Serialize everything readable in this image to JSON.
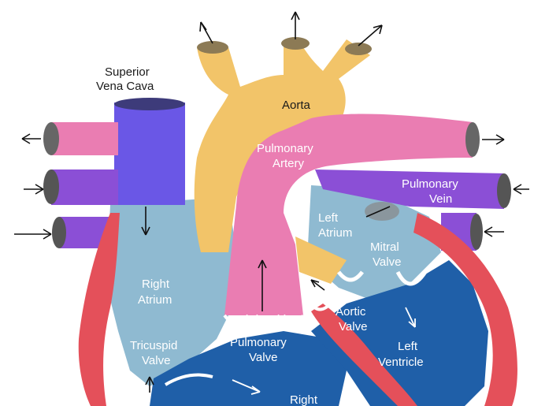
{
  "labels": {
    "superior_vena_cava_1": "Superior",
    "superior_vena_cava_2": "Vena Cava",
    "aorta": "Aorta",
    "pulmonary_artery_1": "Pulmonary",
    "pulmonary_artery_2": "Artery",
    "pulmonary_vein_1": "Pulmonary",
    "pulmonary_vein_2": "Vein",
    "left_atrium_1": "Left",
    "left_atrium_2": "Atrium",
    "mitral_valve_1": "Mitral",
    "mitral_valve_2": "Valve",
    "right_atrium_1": "Right",
    "right_atrium_2": "Atrium",
    "aortic_valve_1": "Aortic",
    "aortic_valve_2": "Valve",
    "tricuspid_valve_1": "Tricuspid",
    "tricuspid_valve_2": "Valve",
    "pulmonary_valve_1": "Pulmonary",
    "pulmonary_valve_2": "Valve",
    "left_ventricle_1": "Left",
    "left_ventricle_2": "Ventricle",
    "right_ventricle_partial": "Right"
  },
  "colors": {
    "aorta": "#f2c469",
    "pulmonary_artery": "#ea7db2",
    "vena_cava": "#6a57e6",
    "pulmonary_vein": "#8b4fd6",
    "atrium": "#8fbad1",
    "ventricle": "#1f5fa8",
    "muscle": "#e4505a"
  }
}
